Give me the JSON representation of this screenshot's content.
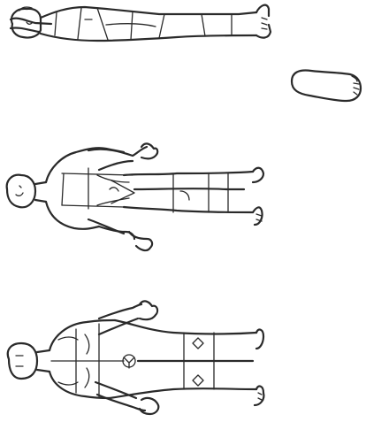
{
  "sheet": {
    "background": "#ffffff",
    "ink_color": "#2a2a2a",
    "figures": [
      {
        "view": "lateral",
        "icon": "side-view-body-icon"
      },
      {
        "view": "sole",
        "icon": "foot-sole-icon"
      },
      {
        "view": "posterior",
        "icon": "back-view-body-icon"
      },
      {
        "view": "anterior",
        "icon": "front-view-body-icon"
      }
    ]
  }
}
